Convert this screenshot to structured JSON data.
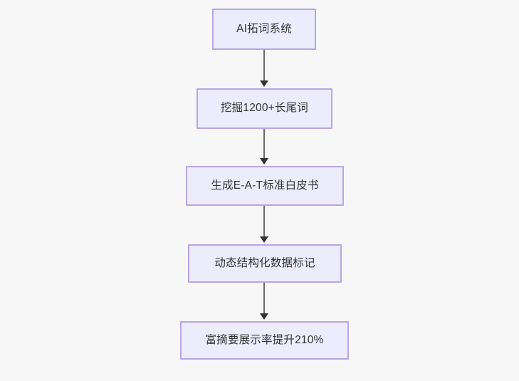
{
  "diagram": {
    "type": "flowchart",
    "orientation": "top-to-bottom",
    "background_color": "#f7f7f8",
    "node_fill_color": "#ececfd",
    "node_border_color": "#b8a6e3",
    "node_text_color": "#333333",
    "edge_color": "#6b6b6b",
    "arrowhead_color": "#333333",
    "nodes": [
      {
        "id": "n1",
        "label": "AI拓词系统"
      },
      {
        "id": "n2",
        "label": "挖掘1200+长尾词"
      },
      {
        "id": "n3",
        "label": "生成E-A-T标准白皮书"
      },
      {
        "id": "n4",
        "label": "动态结构化数据标记"
      },
      {
        "id": "n5",
        "label": "富摘要展示率提升210%"
      }
    ],
    "edges": [
      {
        "from": "n1",
        "to": "n2",
        "label": ""
      },
      {
        "from": "n2",
        "to": "n3",
        "label": ""
      },
      {
        "from": "n3",
        "to": "n4",
        "label": ""
      },
      {
        "from": "n4",
        "to": "n5",
        "label": ""
      }
    ]
  }
}
